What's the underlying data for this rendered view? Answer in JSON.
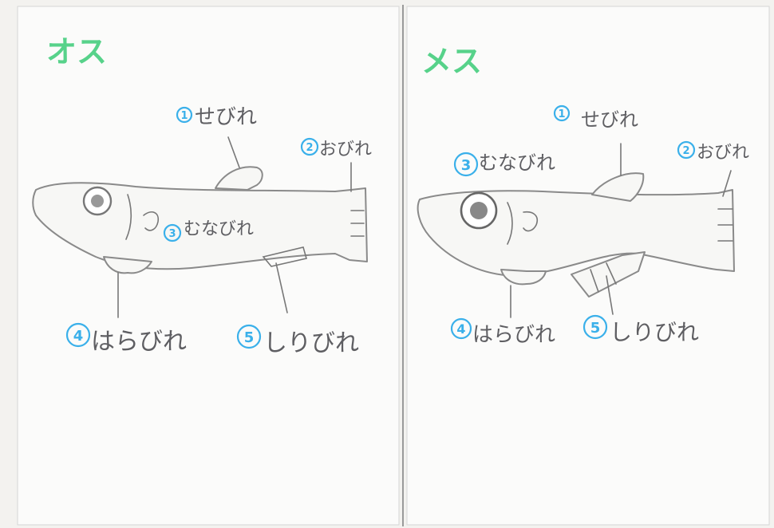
{
  "panels": [
    {
      "title": "オス",
      "labels": {
        "dorsal": {
          "num": "1",
          "text": "せびれ"
        },
        "caudal": {
          "num": "2",
          "text": "おびれ"
        },
        "pectoral": {
          "num": "3",
          "text": "むなびれ"
        },
        "pelvic": {
          "num": "4",
          "text": "はらびれ"
        },
        "anal": {
          "num": "5",
          "text": "しりびれ"
        }
      }
    },
    {
      "title": "メス",
      "labels": {
        "dorsal": {
          "num": "1",
          "text": "せびれ"
        },
        "caudal": {
          "num": "2",
          "text": "おびれ"
        },
        "pectoral": {
          "num": "3",
          "text": "むなびれ"
        },
        "pelvic": {
          "num": "4",
          "text": "はらびれ"
        },
        "anal": {
          "num": "5",
          "text": "しりびれ"
        }
      }
    }
  ]
}
